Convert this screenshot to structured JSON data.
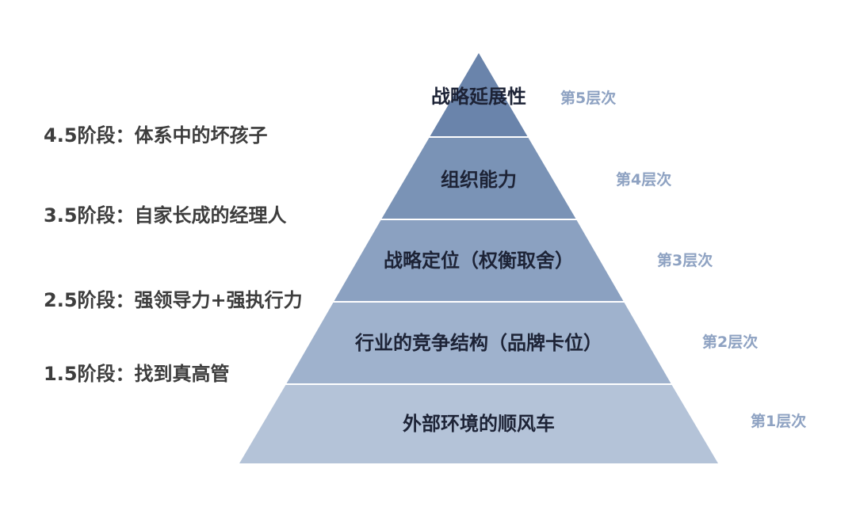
{
  "tiers": [
    {
      "label": "战略延展性",
      "level": "第5层次",
      "fill": "#6a84ab"
    },
    {
      "label": "组织能力",
      "level": "第4层次",
      "fill": "#7a93b6"
    },
    {
      "label": "战略定位（权衡取舍）",
      "level": "第3层次",
      "fill": "#8ba1c1"
    },
    {
      "label": "行业的竞争结构（品牌卡位）",
      "level": "第2层次",
      "fill": "#9fb2cd"
    },
    {
      "label": "外部环境的顺风车",
      "level": "第1层次",
      "fill": "#b4c3d8"
    }
  ],
  "stages": [
    {
      "label": "4.5阶段：体系中的坏孩子"
    },
    {
      "label": "3.5阶段：自家长成的经理人"
    },
    {
      "label": "2.5阶段：强领导力+强执行力"
    },
    {
      "label": "1.5阶段：找到真高管"
    }
  ],
  "colors": {
    "level_text": "#8ea2c2",
    "stage_text": "#3d3d3d",
    "tier_text": "#1d2336"
  }
}
